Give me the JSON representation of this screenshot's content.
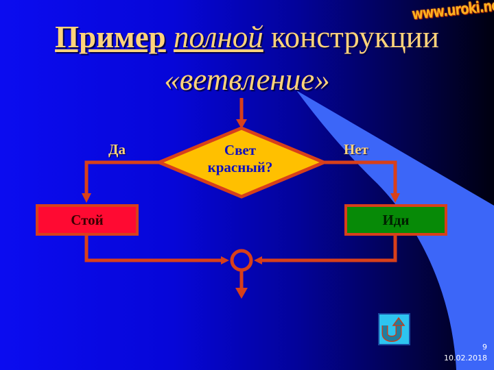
{
  "slide": {
    "watermark": "www.uroki.net",
    "title": {
      "word1": "Пример",
      "word2": "полной",
      "word3": "конструкции",
      "line2": "«ветвление»"
    },
    "flowchart": {
      "condition_line1": "Свет",
      "condition_line2": "красный?",
      "yes_label": "Да",
      "no_label": "Нет",
      "yes_action": "Стой",
      "no_action": "Иди"
    },
    "colors": {
      "arrow": "#d8401a",
      "decision_fill": "#ffc000",
      "stop_fill": "#ff0a32",
      "go_fill": "#078a07",
      "title_text": "#ffd37a"
    },
    "footer": {
      "return_icon": "u-turn-arrow-icon",
      "slide_number": "9",
      "date": "10.02.2018"
    }
  }
}
